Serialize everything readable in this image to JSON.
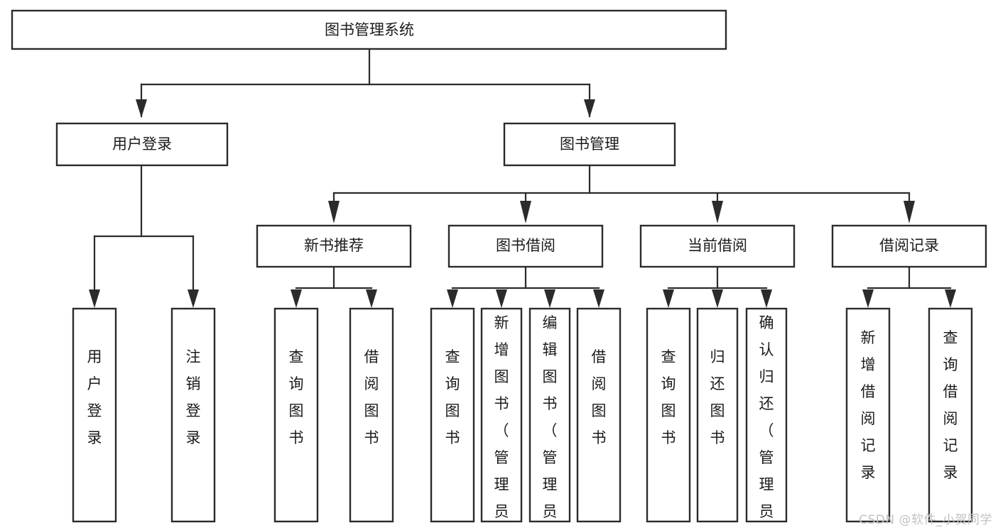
{
  "diagram": {
    "title": "图书管理系统",
    "type": "hierarchy-tree",
    "watermark": "CSDN @软件_小贺同学",
    "colors": {
      "background": "#ffffff",
      "stroke": "#2b2b2b",
      "text": "#1b1b1b",
      "watermark": "#c2c2c2"
    },
    "root": {
      "label": "图书管理系统"
    },
    "level2": [
      {
        "label": "用户登录"
      },
      {
        "label": "图书管理"
      }
    ],
    "level3": [
      {
        "label": "新书推荐"
      },
      {
        "label": "图书借阅"
      },
      {
        "label": "当前借阅"
      },
      {
        "label": "借阅记录"
      }
    ],
    "leaves": {
      "user_login": [
        {
          "label": "用户登录"
        },
        {
          "label": "注销登录"
        }
      ],
      "new_book_recommend": [
        {
          "label": "查询图书"
        },
        {
          "label": "借阅图书"
        }
      ],
      "book_borrow": [
        {
          "label": "查询图书"
        },
        {
          "label": "新增图书（管理员）"
        },
        {
          "label": "编辑图书（管理员）"
        },
        {
          "label": "借阅图书"
        }
      ],
      "current_borrow": [
        {
          "label": "查询图书"
        },
        {
          "label": "归还图书"
        },
        {
          "label": "确认归还（管理员）"
        }
      ],
      "borrow_records": [
        {
          "label": "新增借阅记录"
        },
        {
          "label": "查询借阅记录"
        }
      ]
    }
  }
}
